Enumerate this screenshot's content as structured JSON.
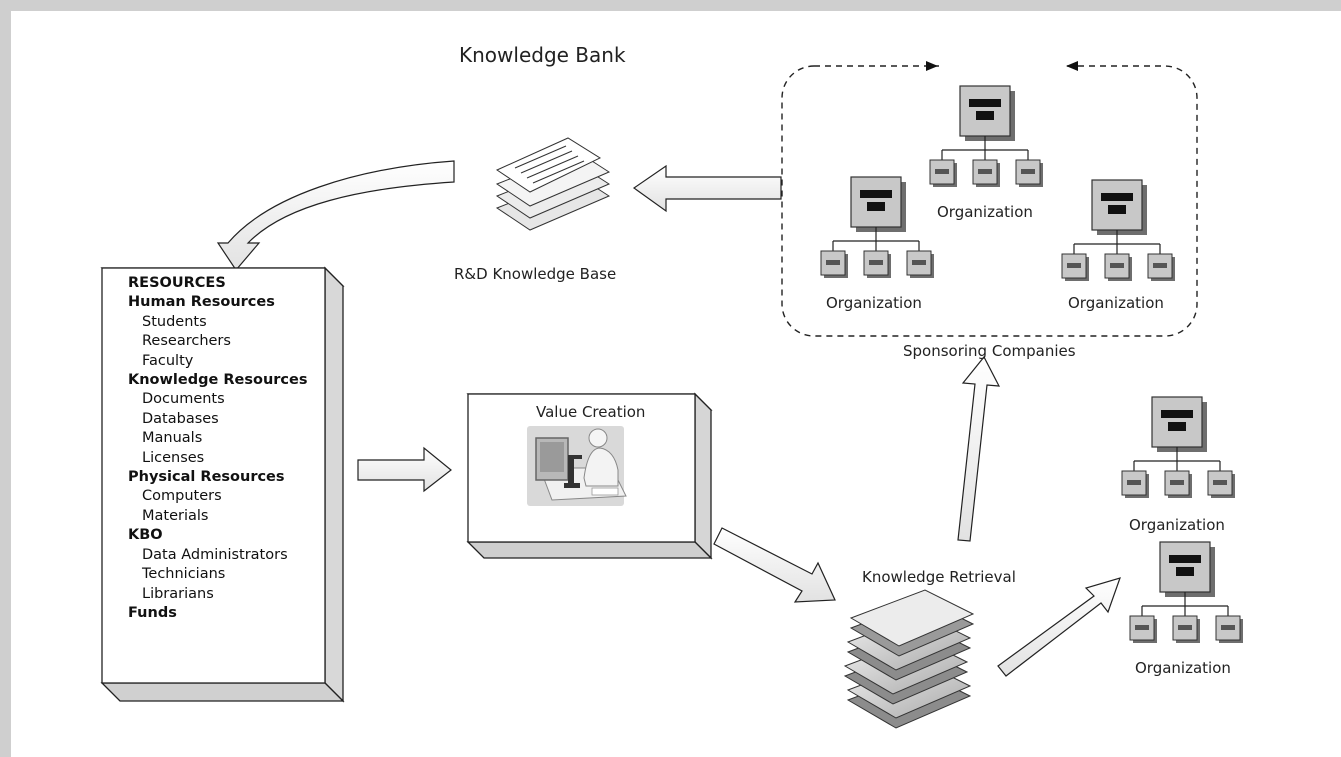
{
  "title": "Knowledge Bank",
  "rd_knowledge_base": "R&D Knowledge Base",
  "resources": {
    "heading": "RESOURCES",
    "groups": [
      {
        "name": "Human Resources",
        "items": [
          "Students",
          "Researchers",
          "Faculty"
        ]
      },
      {
        "name": "Knowledge Resources",
        "items": [
          "Documents",
          "Databases",
          "Manuals",
          "Licenses"
        ]
      },
      {
        "name": "Physical Resources",
        "items": [
          "Computers",
          "Materials"
        ]
      },
      {
        "name": "KBO",
        "items": [
          "Data Administrators",
          "Technicians",
          "Librarians"
        ]
      },
      {
        "name": "Funds",
        "items": []
      }
    ]
  },
  "value_creation": "Value Creation",
  "knowledge_retrieval": "Knowledge Retrieval",
  "sponsoring_companies": "Sponsoring Companies",
  "organization_label": "Organization",
  "org_labels": [
    "Organization",
    "Organization",
    "Organization",
    "Organization",
    "Organization"
  ],
  "colors": {
    "frame": "#cfcfcf",
    "arrow_fill": "#f4f4f4",
    "org_box": "#c8c8c8",
    "org_bar": "#111111"
  }
}
